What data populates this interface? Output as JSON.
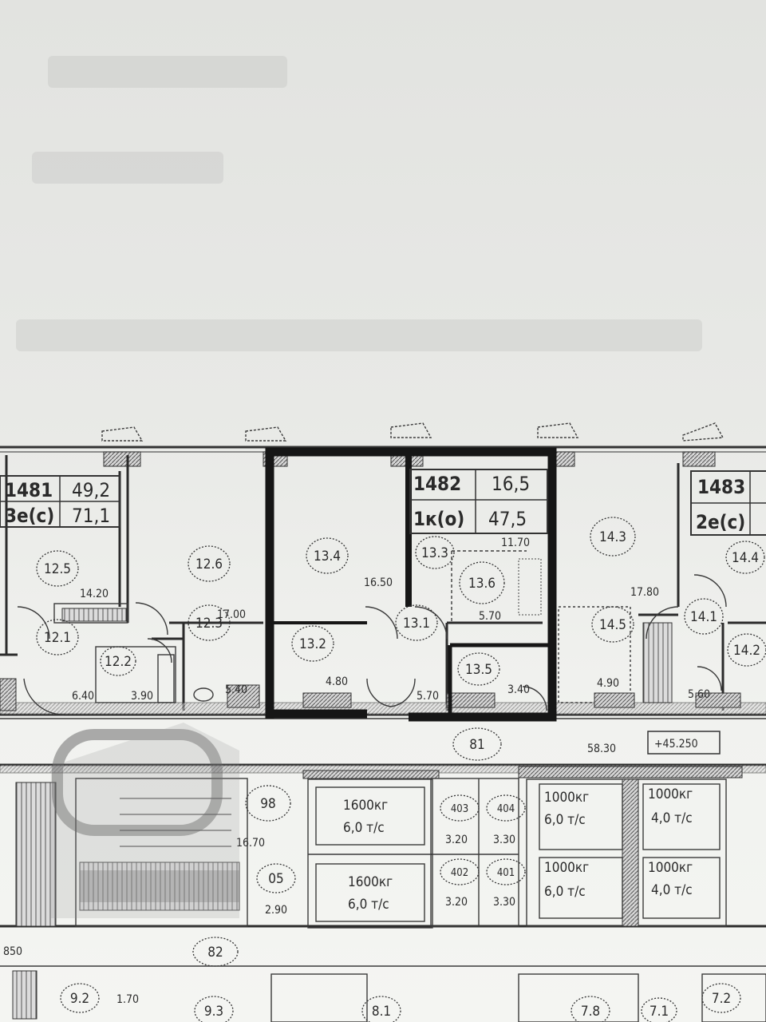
{
  "header_smudges": [
    "",
    ""
  ],
  "apartments": [
    {
      "id": "apt-1481",
      "number": "1481",
      "area_living": "49,2",
      "type": "3е(с)",
      "area_total": "71,1"
    },
    {
      "id": "apt-1482",
      "number": "1482",
      "area_living": "16,5",
      "type": "1к(о)",
      "area_total": "47,5"
    },
    {
      "id": "apt-1483",
      "number": "1483",
      "area_living": "",
      "type": "2е(с)",
      "area_total": ""
    }
  ],
  "room_labels": [
    "12.5",
    "12.6",
    "13.4",
    "13.3",
    "13.6",
    "14.3",
    "14.4",
    "12.1",
    "12.3",
    "13.2",
    "13.1",
    "13.5",
    "14.5",
    "14.1",
    "14.2",
    "12.2",
    "81",
    "98",
    "05",
    "403",
    "404",
    "402",
    "401",
    "82",
    "9.2",
    "9.3",
    "8.1",
    "7.8",
    "7.1",
    "7.2"
  ],
  "dimensions": [
    "14.20",
    "17.00",
    "16.50",
    "11.70",
    "5.70",
    "17.80",
    "5.40",
    "4.80",
    "3.40",
    "4.90",
    "5.60",
    "6.40",
    "3.90",
    "5.70",
    "58.30",
    "+45.250",
    "16.70",
    "2.90",
    "3.20",
    "3.30",
    "3.20",
    "3.30",
    "850",
    "1.70"
  ],
  "storage": [
    {
      "cap": "1600кг",
      "load": "6,0 т/с"
    },
    {
      "cap": "1600кг",
      "load": "6,0 т/с"
    },
    {
      "cap": "1000кг",
      "load": "6,0 т/с"
    },
    {
      "cap": "1000кг",
      "load": "4,0 т/с"
    },
    {
      "cap": "1000кг",
      "load": "6,0 т/с"
    },
    {
      "cap": "1000кг",
      "load": "4,0 т/с"
    }
  ],
  "watermark": "",
  "colors": {
    "paper": "#eceeeb",
    "ink": "#2a2a2a",
    "highlight_wall": "#161616",
    "watermark": "#8c8c8c"
  }
}
